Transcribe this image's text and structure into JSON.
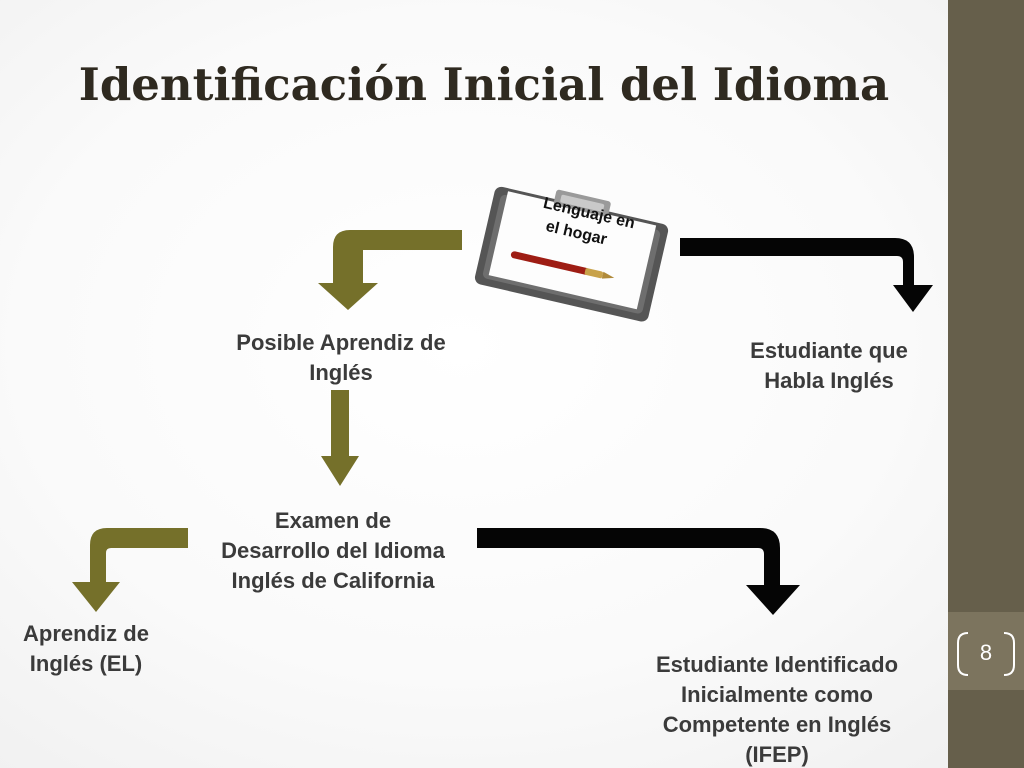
{
  "slide": {
    "title": "Identificación Inicial del Idioma",
    "page_number": "8"
  },
  "clipboard": {
    "line1": "Lenguaje en",
    "line2": "el hogar"
  },
  "nodes": {
    "posible_line1": "Posible Aprendiz de",
    "posible_line2": "Inglés",
    "habla_line1": "Estudiante que",
    "habla_line2": "Habla Inglés",
    "examen_line1": "Examen de",
    "examen_line2": "Desarrollo del Idioma",
    "examen_line3": "Inglés de California",
    "el_line1": "Aprendiz de",
    "el_line2": "Inglés (EL)",
    "ifep_line1": "Estudiante Identificado",
    "ifep_line2": "Inicialmente como",
    "ifep_line3": "Competente en Inglés",
    "ifep_line4": "(IFEP)"
  },
  "colors": {
    "olive_arrow": "#75702a",
    "black_arrow": "#050505",
    "sidebar": "#665f4b",
    "title_text": "#2f2a20"
  }
}
